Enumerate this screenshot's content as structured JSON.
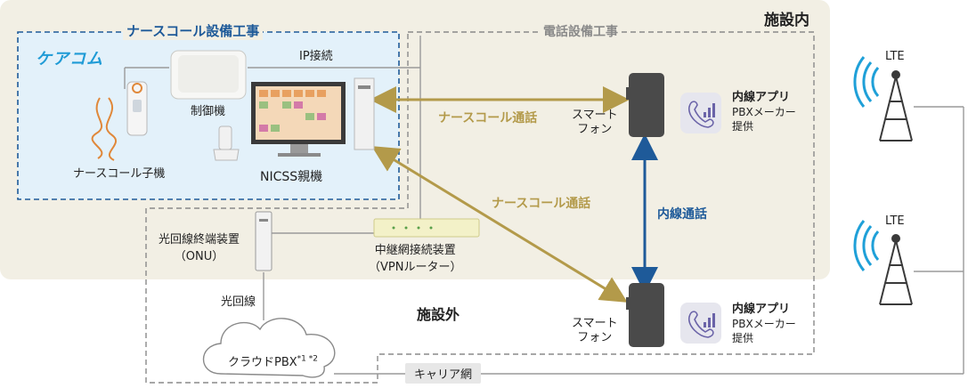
{
  "zones": {
    "inside_title": "施設内",
    "outside_title": "施設外",
    "nurse_call_title": "ナースコール設備工事",
    "telephone_title": "電話設備工事"
  },
  "brand": {
    "logo": "ケアコム"
  },
  "devices": {
    "ip_connection": "IP接続",
    "controller": "制御機",
    "handset": "ナースコール子機",
    "nicss_main": "NICSS親機",
    "onu_line1": "光回線終端装置",
    "onu_line2": "（ONU）",
    "router_line1": "中継網接続装置",
    "router_line2": "（VPNルーター）",
    "fiber": "光回線",
    "cloud_pbx": "クラウドPBX",
    "cloud_sup": "*1 *2",
    "carrier": "キャリア網"
  },
  "phones": {
    "top": {
      "line1": "スマート",
      "line2": "フォン"
    },
    "bottom": {
      "line1": "スマート",
      "line2": "フォン"
    }
  },
  "apps": {
    "top": {
      "title": "内線アプリ",
      "line1": "PBXメーカー",
      "line2": "提供"
    },
    "bottom": {
      "title": "内線アプリ",
      "line1": "PBXメーカー",
      "line2": "提供"
    }
  },
  "links": {
    "nurse_call_top": "ナースコール通話",
    "nurse_call_diag": "ナースコール通話",
    "extension_call": "内線通話"
  },
  "towers": {
    "top": "LTE",
    "bottom": "LTE"
  },
  "colors": {
    "gold": "#b39a4a",
    "blue": "#1e5a99",
    "beige": "#f2efe4",
    "lightblue": "#e3f1fa"
  }
}
